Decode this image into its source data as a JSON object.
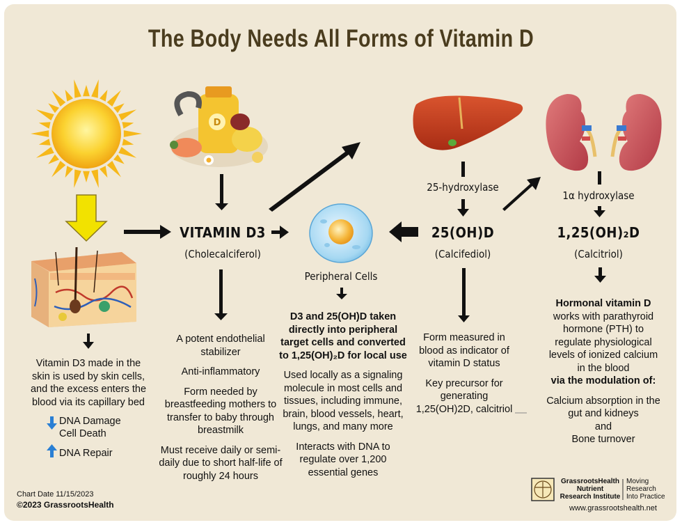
{
  "title": "The Body Needs All Forms of Vitamin D",
  "nodes": {
    "vitamin_d3": {
      "name": "VITAMIN D3",
      "sub": "(Cholecalciferol)"
    },
    "peripheral": {
      "name": "Peripheral Cells"
    },
    "calcifediol": {
      "name": "25(OH)D",
      "sub": "(Calcifediol)",
      "enzyme_in": "25-hydroxylase"
    },
    "calcitriol": {
      "name": "1,25(OH)₂D",
      "sub": "(Calcitriol)",
      "enzyme_in": "1α hydroxylase"
    }
  },
  "text": {
    "skin": "Vitamin D3 made in the skin is used by skin cells, and the excess enters the blood via its capillary bed",
    "skin_down": "DNA Damage",
    "skin_down2": "Cell Death",
    "skin_up": "DNA Repair",
    "d3_1": "A potent endothelial stabilizer",
    "d3_2": "Anti-inflammatory",
    "d3_3": "Form needed by breastfeeding mothers to transfer to baby through breastmilk",
    "d3_4": "Must receive daily or semi-daily due to short half-life of roughly 24 hours",
    "periph_bold": "D3 and 25(OH)D taken directly into peripheral target cells and converted to 1,25(OH)₂D for local use",
    "periph_2": "Used locally as a signaling molecule in most cells and tissues, including immune, brain, blood vessels, heart, lungs, and many more",
    "periph_3": "Interacts with DNA to regulate over 1,200 essential genes",
    "calcifediol_1": "Form measured in blood as indicator of vitamin D status",
    "calcifediol_2": "Key precursor for generating 1,25(OH)2D, calcitriol",
    "calcitriol_bold": "Hormonal vitamin D",
    "calcitriol_1": "works with parathyroid hormone (PTH) to regulate physiological levels of ionized calcium in the blood",
    "calcitriol_bold2": "via the modulation of:",
    "calcitriol_2": "Calcium absorption in the gut and kidneys",
    "calcitriol_and": "and",
    "calcitriol_3": "Bone turnover"
  },
  "footer": {
    "date": "Chart Date 11/15/2023",
    "copyright": "©2023 GrassrootsHealth",
    "logo_line1": "GrassrootsHealth",
    "logo_line2": "Nutrient",
    "logo_line3": "Research Institute",
    "tagline1": "Moving",
    "tagline2": "Research",
    "tagline3": "Into Practice",
    "url": "www.grassrootshealth.net"
  },
  "colors": {
    "background": "#f0e8d6",
    "title": "#4a3c1e",
    "arrow": "#111111",
    "sun": "#f6c21c",
    "sun_arrow": "#f2e200",
    "blue_arrow": "#2a7fd4"
  }
}
